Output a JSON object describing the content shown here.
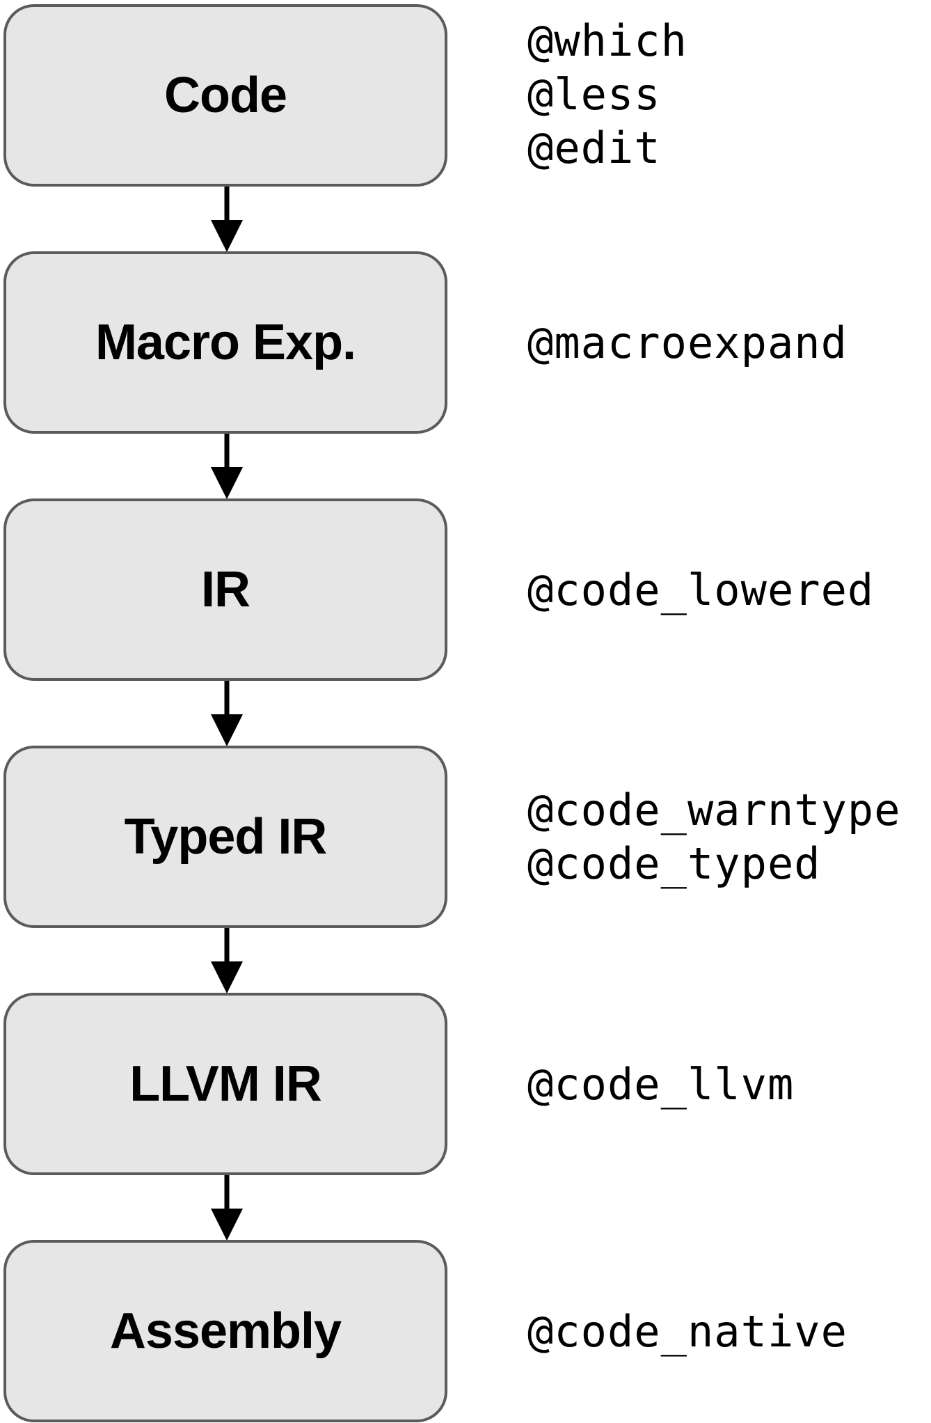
{
  "stages": [
    {
      "label": "Code",
      "macros": [
        "@which",
        "@less",
        "@edit"
      ]
    },
    {
      "label": "Macro Exp.",
      "macros": [
        "@macroexpand"
      ]
    },
    {
      "label": "IR",
      "macros": [
        "@code_lowered"
      ]
    },
    {
      "label": "Typed IR",
      "macros": [
        "@code_warntype",
        "@code_typed"
      ]
    },
    {
      "label": "LLVM IR",
      "macros": [
        "@code_llvm"
      ]
    },
    {
      "label": "Assembly",
      "macros": [
        "@code_native"
      ]
    }
  ],
  "colors": {
    "box_fill": "#e6e6e6",
    "box_border": "#5b5b5b",
    "arrow": "#000000",
    "text": "#000000"
  }
}
